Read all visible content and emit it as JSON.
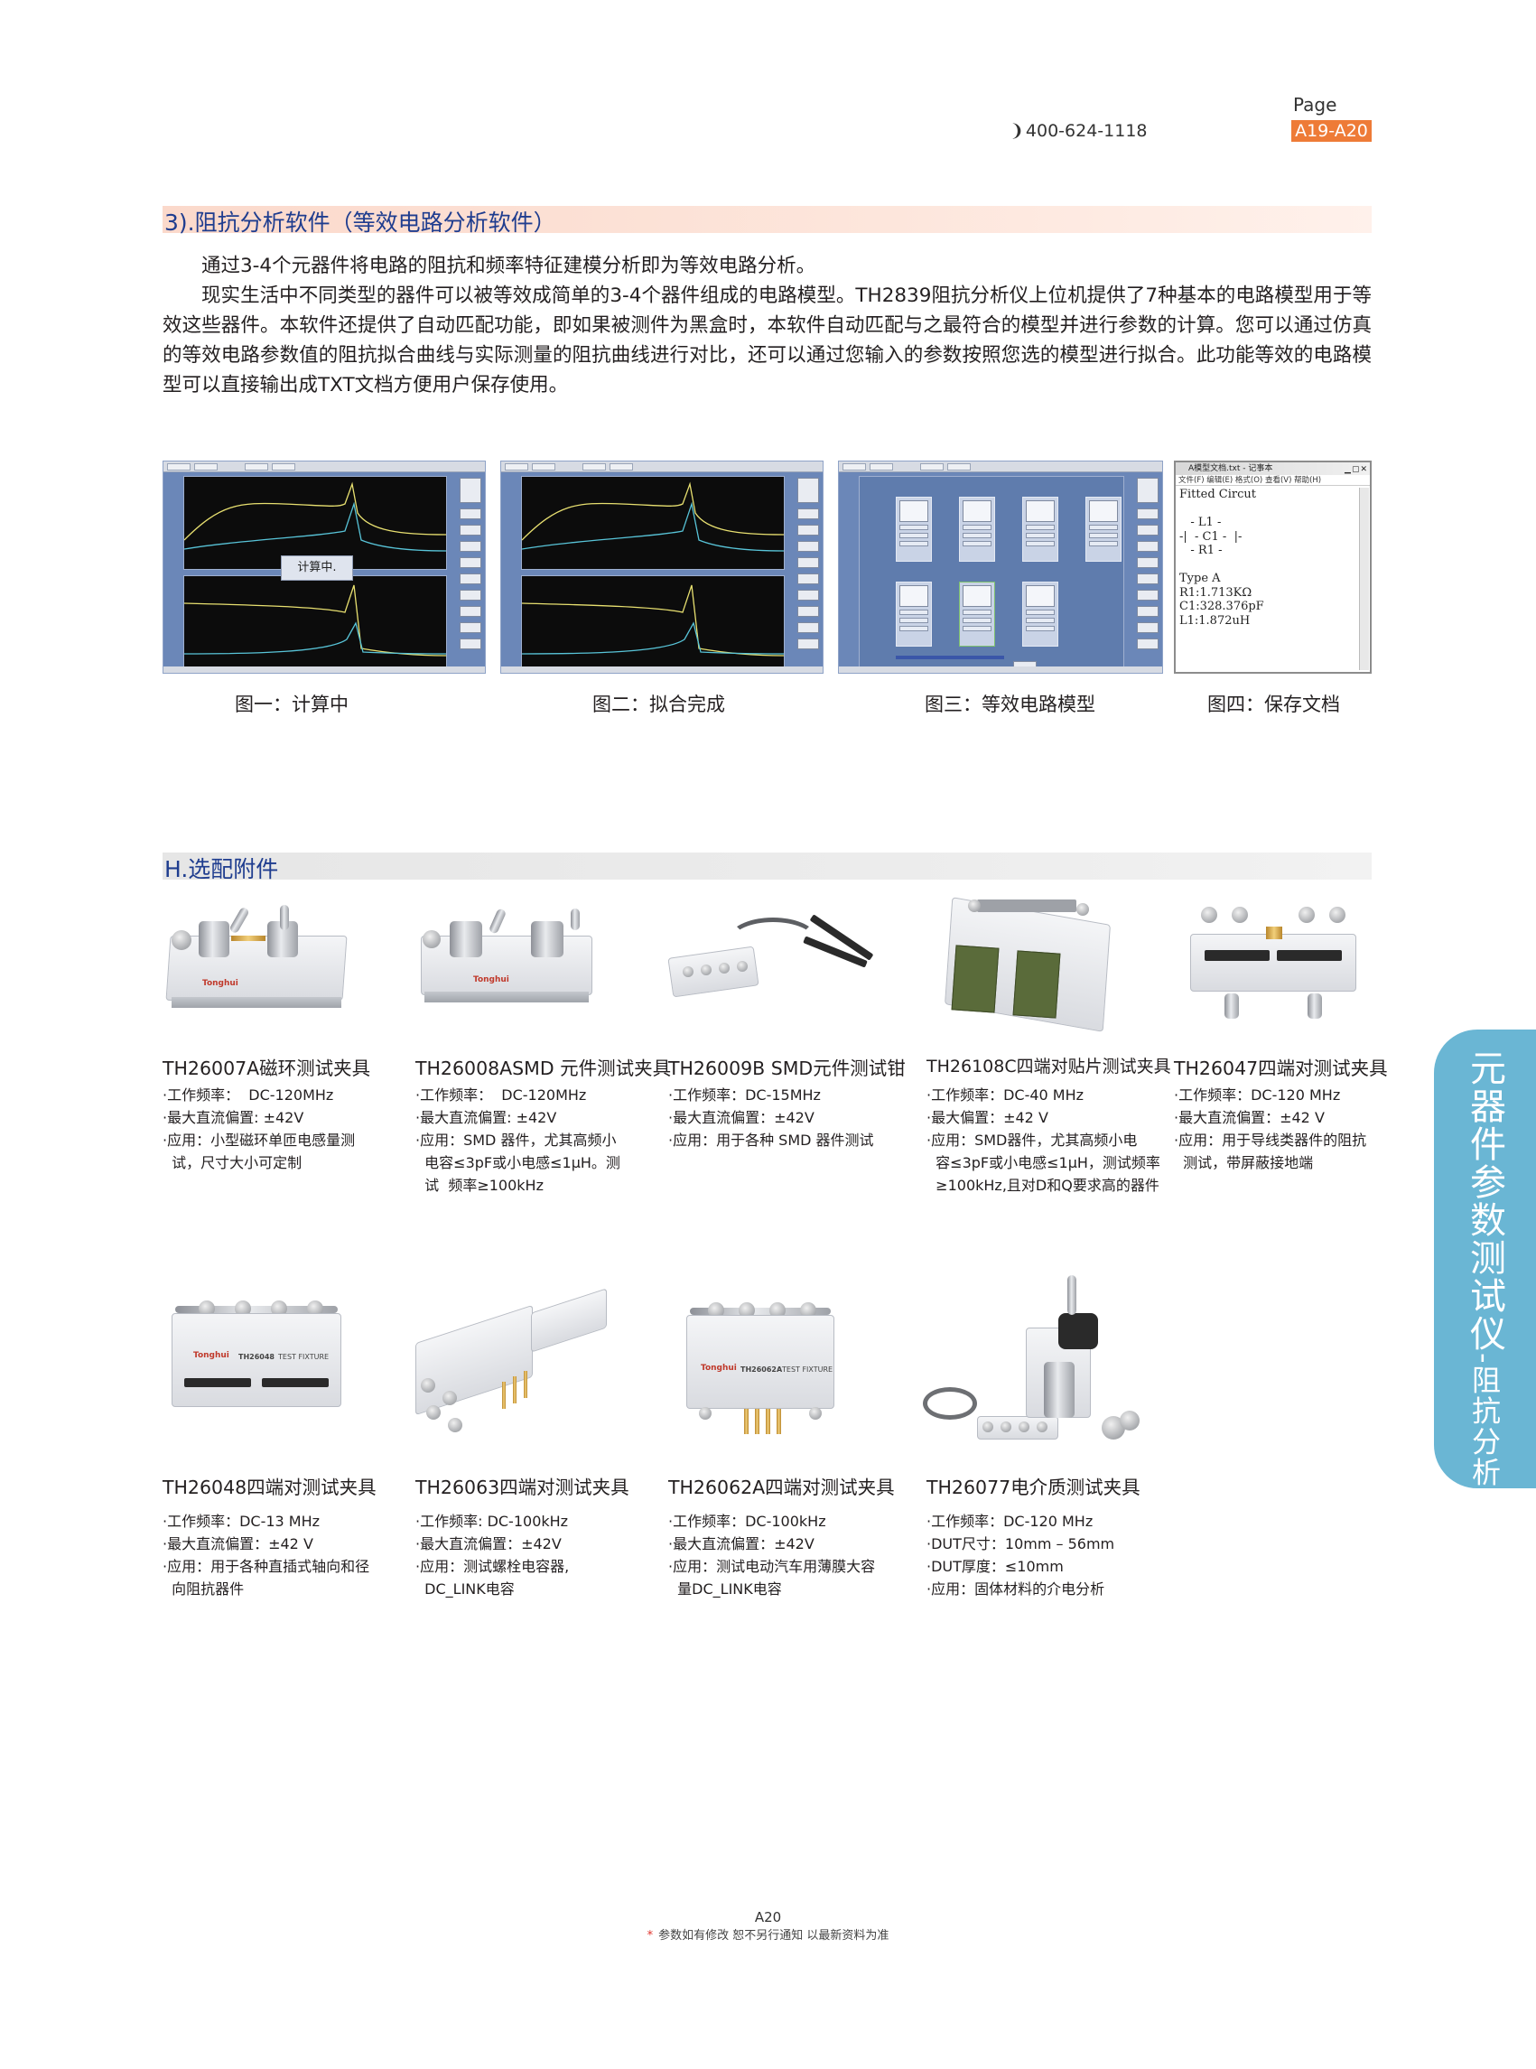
{
  "header": {
    "page_label": "Page",
    "page_range": "A19-A20",
    "phone": "400-624-1118"
  },
  "section3": {
    "title": "3).阻抗分析软件（等效电路分析软件）",
    "paragraphs": [
      "通过3-4个元器件将电路的阻抗和频率特征建模分析即为等效电路分析。",
      "现实生活中不同类型的器件可以被等效成简单的3-4个器件组成的电路模型。TH2839阻抗分析仪上位机提供了7种基本的电路模型用于等效这些器件。本软件还提供了自动匹配功能，即如果被测件为黑盒时，本软件自动匹配与之最符合的模型并进行参数的计算。您可以通过仿真的等效电路参数值的阻抗拟合曲线与实际测量的阻抗曲线进行对比，还可以通过您输入的参数按照您选的模型进行拟合。此功能等效的电路模型可以直接输出成TXT文档方便用户保存使用。"
    ],
    "shot1_overlay": "计算中.",
    "notepad": {
      "title": "A模型文档.txt - 记事本",
      "menu": "文件(F)  编辑(E)  格式(O)  查看(V)  帮助(H)",
      "body": "Fitted Circut\n\n   - L1 -\n-|  - C1 -  |-\n   - R1 -\n\nType A\nR1:1.713KΩ\nC1:328.376pF\nL1:1.872uH"
    },
    "captions": [
      "图一：计算中",
      "图二：拟合完成",
      "图三：等效电路模型",
      "图四：保存文档"
    ]
  },
  "sectionH": {
    "title": "H.选配附件",
    "products": [
      {
        "name": "TH26007A磁环测试夹具",
        "specs": [
          "·工作频率：  DC-120MHz",
          "·最大直流偏置: ±42V",
          "·应用：小型磁环单匝电感量测",
          "  试，尺寸大小可定制"
        ]
      },
      {
        "name": "TH26008ASMD 元件测试夹具",
        "specs": [
          "·工作频率：  DC-120MHz",
          "·最大直流偏置: ±42V",
          "·应用：SMD 器件，尤其高频小",
          "  电容≤3pF或小电感≤1μH。测",
          "  试  频率≥100kHz"
        ]
      },
      {
        "name": "TH26009B SMD元件测试钳",
        "specs": [
          "·工作频率：DC-15MHz",
          "·最大直流偏置：±42V",
          "·应用：用于各种 SMD 器件测试"
        ]
      },
      {
        "name": "TH26108C四端对贴片测试夹具",
        "specs": [
          "·工作频率：DC-40 MHz",
          "·最大偏置：±42 V",
          "·应用：SMD器件，尤其高频小电",
          "  容≤3pF或小电感≤1μH，测试频率",
          "  ≥100kHz,且对D和Q要求高的器件"
        ]
      },
      {
        "name": "TH26047四端对测试夹具",
        "specs": [
          "·工作频率：DC-120 MHz",
          "·最大直流偏置：±42 V",
          "·应用：用于导线类器件的阻抗",
          "  测试，带屏蔽接地端"
        ]
      },
      {
        "name": "TH26048四端对测试夹具",
        "specs": [
          "·工作频率：DC-13 MHz",
          "·最大直流偏置：±42 V",
          "·应用：用于各种直插式轴向和径",
          "  向阻抗器件"
        ]
      },
      {
        "name": "TH26063四端对测试夹具",
        "specs": [
          "·工作频率: DC-100kHz",
          "·最大直流偏置：±42V",
          "·应用：测试螺栓电容器,",
          "  DC_LINK电容"
        ]
      },
      {
        "name": "TH26062A四端对测试夹具",
        "specs": [
          "·工作频率：DC-100kHz",
          "·最大直流偏置：±42V",
          "·应用：测试电动汽车用薄膜大容",
          "  量DC_LINK电容"
        ]
      },
      {
        "name": "TH26077电介质测试夹具",
        "specs": [
          "·工作频率：DC-120 MHz",
          "·DUT尺寸：10mm – 56mm",
          "·DUT厚度：≤10mm",
          "·应用：固体材料的介电分析"
        ]
      }
    ],
    "fixture_labels": {
      "th26048": "TH26048",
      "th26062a": "TH26062A",
      "brand": "Tonghui",
      "test_fixture": "TEST FIXTURE"
    }
  },
  "side_tab": {
    "main": "元器件参数测试仪",
    "sep": "-",
    "sub": "阻抗分析仪"
  },
  "footer": {
    "page": "A20",
    "note": "参数如有修改  恕不另行通知  以最新资料为准"
  }
}
